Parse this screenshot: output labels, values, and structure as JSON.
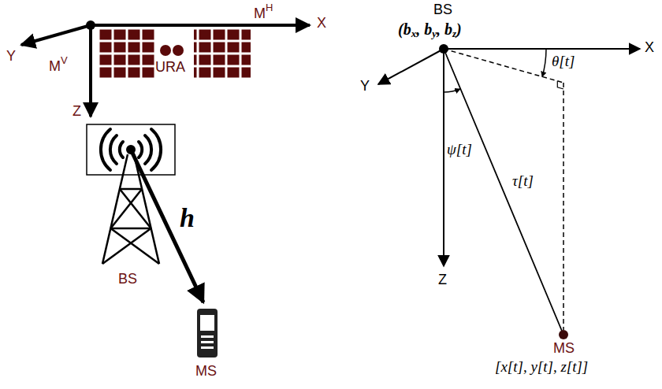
{
  "diagram": {
    "labels": [
      "Y",
      "M",
      "V",
      "Z",
      "M",
      "H",
      "X",
      "URA",
      "BS",
      "h",
      "MS",
      "BS",
      "(b",
      "x",
      ", b",
      "y",
      ", b",
      "z",
      ")",
      "X",
      "Y",
      "θ[t]",
      "ψ[t]",
      "τ[t]",
      "Z",
      "MS",
      "[x[t], y[t], z[t]]"
    ]
  }
}
